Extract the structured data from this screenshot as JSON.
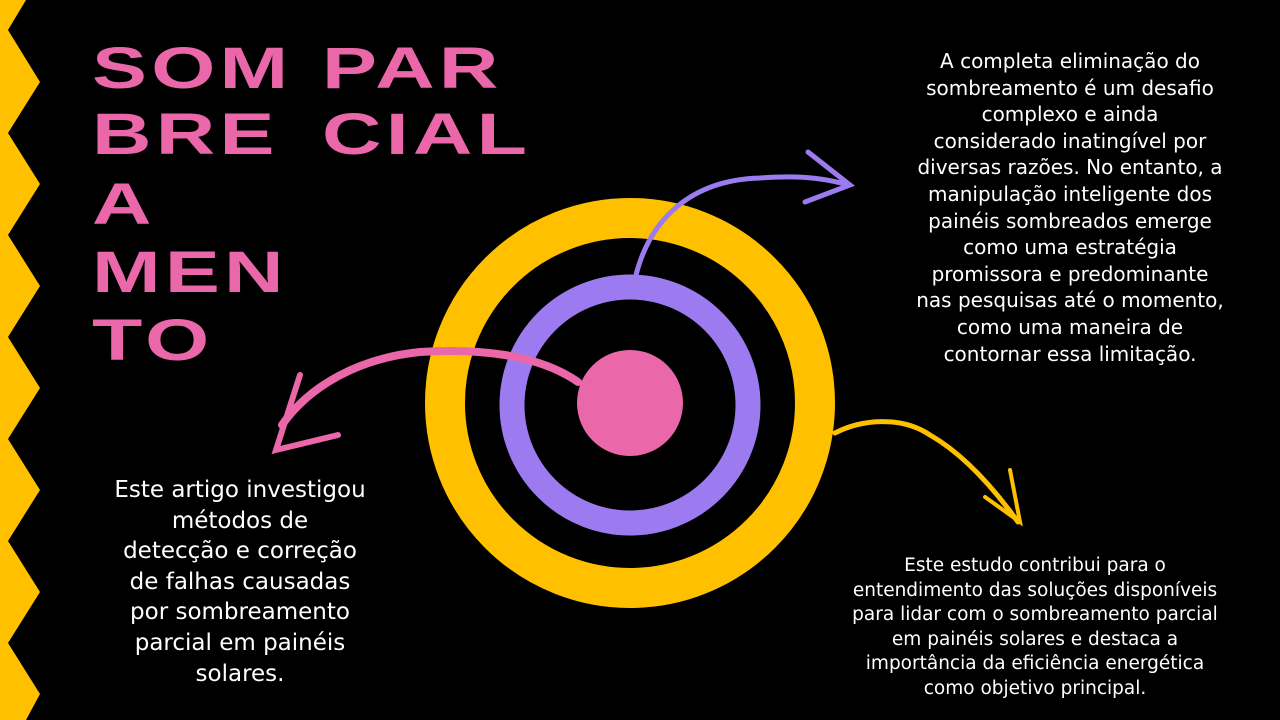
{
  "title": {
    "left_column": [
      "SOM",
      "BRE",
      "A",
      "MEN",
      "TO"
    ],
    "right_column": [
      "PAR",
      "CIAL"
    ]
  },
  "text_top_right": [
    "A completa eliminação do",
    "sombreamento é um desafio",
    "complexo e ainda",
    "considerado inatingível por",
    "diversas razões. No entanto, a",
    "manipulação inteligente dos",
    "painéis sombreados emerge",
    "como uma estratégia",
    "promissora e predominante",
    "nas pesquisas até o momento,",
    "como uma maneira de",
    "contornar essa limitação."
  ],
  "text_bottom_left": [
    "Este artigo investigou",
    "métodos de",
    "detecção e correção",
    "de falhas causadas",
    "por sombreamento",
    "parcial em painéis",
    "solares."
  ],
  "text_bottom_right": [
    "Este estudo contribui para o",
    "entendimento das soluções disponíveis",
    "para lidar com o sombreamento parcial",
    "em painéis solares e destaca a",
    "importância da eficiência energética",
    "como objetivo principal."
  ],
  "colors": {
    "background": "#000000",
    "yellow": "#ffc000",
    "purple": "#9b7bef",
    "pink": "#ea67aa",
    "text": "#ffffff"
  }
}
